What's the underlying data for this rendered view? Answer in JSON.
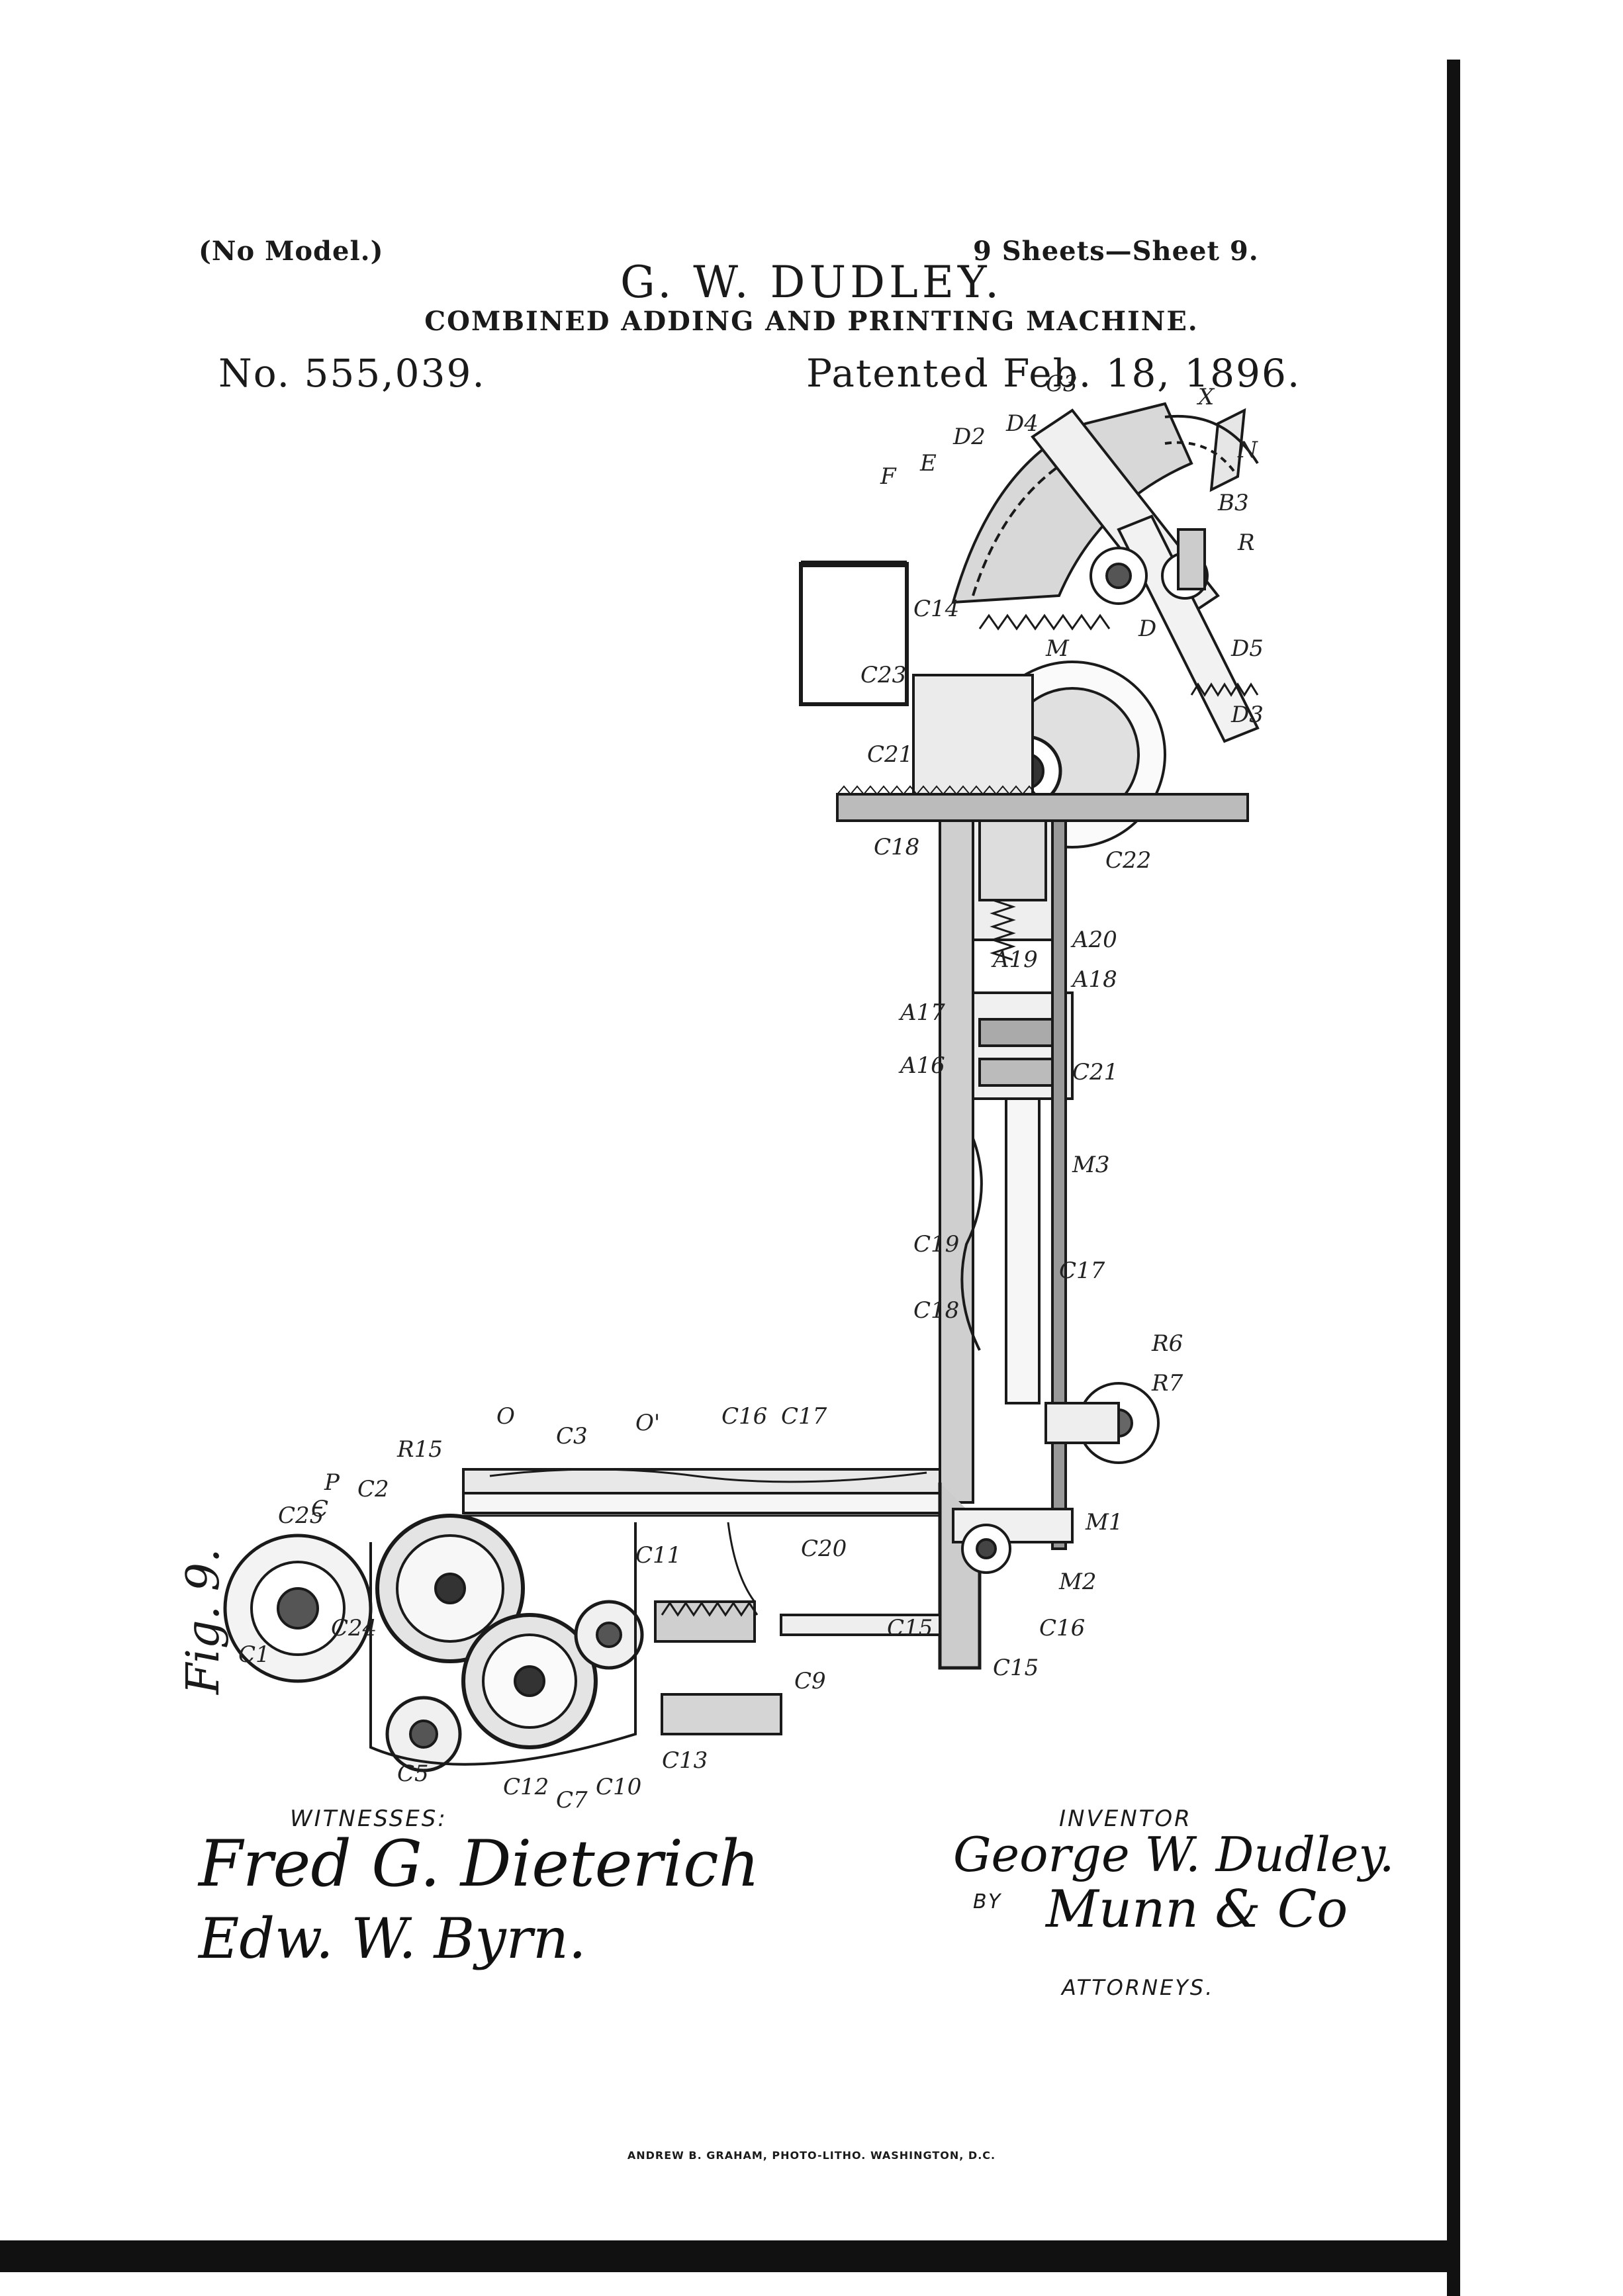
{
  "header": {
    "no_model": "(No Model.)",
    "sheets": "9 Sheets—Sheet 9.",
    "inventor_name": "G. W. DUDLEY.",
    "title": "COMBINED ADDING AND PRINTING MACHINE.",
    "patent_number": "No. 555,039.",
    "patented_date": "Patented Feb. 18, 1896."
  },
  "figure": {
    "label": "Fig. 9.",
    "reference_labels": [
      "F",
      "E",
      "D2",
      "D4",
      "C3",
      "X",
      "N",
      "B3",
      "R",
      "D",
      "C14",
      "C23",
      "M",
      "D3",
      "D5",
      "C21",
      "C18",
      "C22",
      "A20",
      "A19",
      "A18",
      "A17",
      "A16",
      "C21",
      "M3",
      "C19",
      "C17",
      "C18",
      "R6",
      "R7",
      "C2",
      "R15",
      "O",
      "C3",
      "O'",
      "C16",
      "C17",
      "C11",
      "C25",
      "C",
      "P",
      "C20",
      "C24",
      "C1",
      "C15",
      "C13",
      "C9",
      "C10",
      "C12",
      "C5",
      "C7",
      "M1",
      "M2",
      "C16",
      "C15"
    ]
  },
  "signatures": {
    "witnesses_label": "WITNESSES:",
    "witness_1": "Fred G. Dieterich",
    "witness_2": "Edw. W. Byrn.",
    "inventor_label": "INVENTOR",
    "inventor_signature": "George W. Dudley.",
    "by_label": "BY",
    "attorney_signature": "Munn & Co",
    "attorneys_label": "ATTORNEYS."
  },
  "footer": {
    "credit": "ANDREW B. GRAHAM, PHOTO-LITHO. WASHINGTON, D.C."
  }
}
